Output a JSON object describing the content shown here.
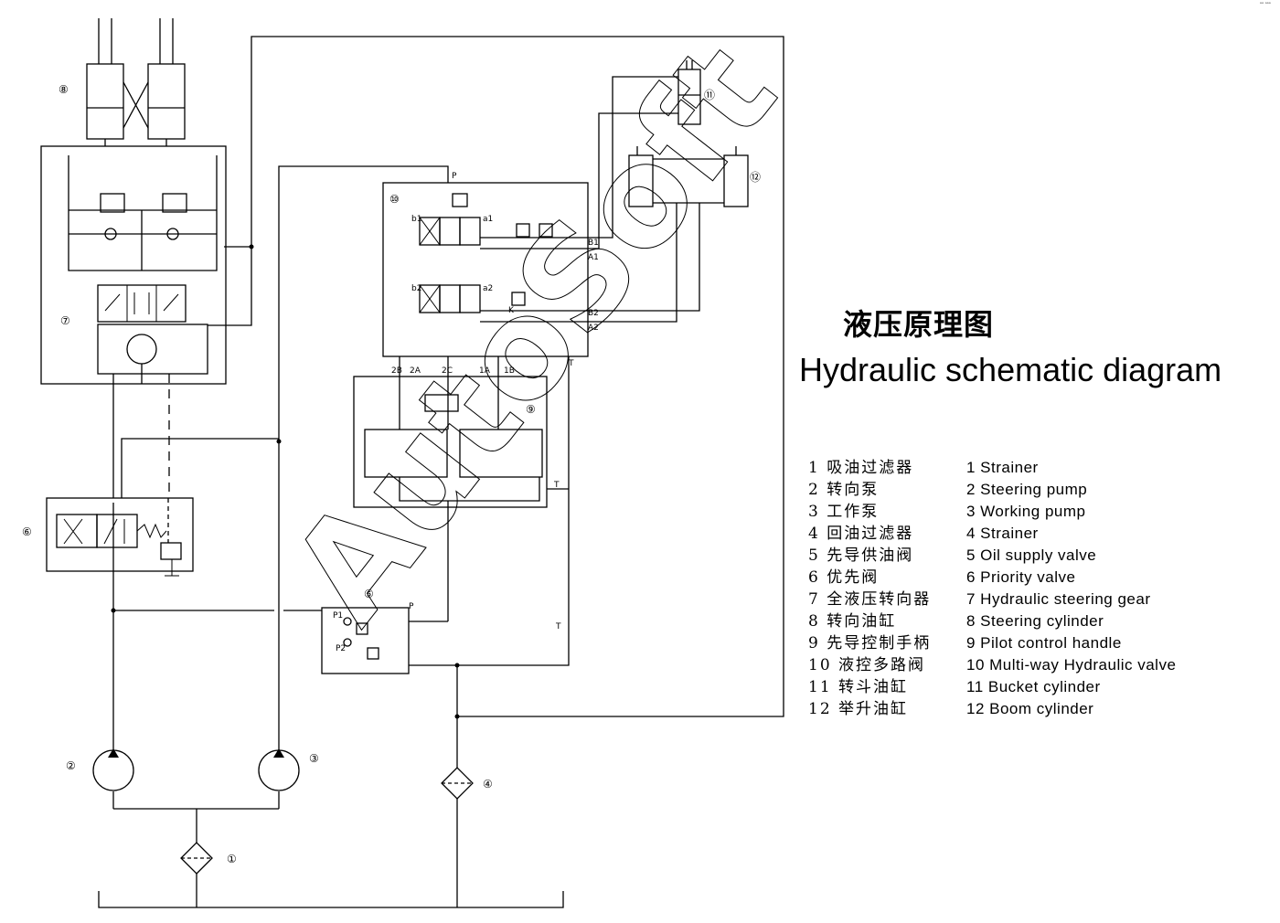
{
  "title_cn": "液压原理图",
  "title_en": "Hydraulic schematic diagram",
  "watermark": "AutoSoft",
  "corner_mark": "ᵒᵒ ᵒᵒᵒ",
  "legend_cn": [
    "1 吸油过滤器",
    "2 转向泵",
    "3 工作泵",
    "4 回油过滤器",
    "5 先导供油阀",
    "6 优先阀",
    "7 全液压转向器",
    "8 转向油缸",
    "9 先导控制手柄",
    "10 液控多路阀",
    "11 转斗油缸",
    "12 举升油缸"
  ],
  "legend_en": [
    "1  Strainer",
    "2  Steering pump",
    "3  Working pump",
    "4  Strainer",
    "5  Oil supply valve",
    "6  Priority valve",
    "7  Hydraulic steering gear",
    "8  Steering cylinder",
    "9  Pilot control handle",
    "10  Multi-way Hydraulic valve",
    "11  Bucket cylinder",
    "12  Boom cylinder"
  ],
  "component_numbers": [
    "①",
    "②",
    "③",
    "④",
    "⑤",
    "⑥",
    "⑦",
    "⑧",
    "⑨",
    "⑩",
    "⑪",
    "⑫"
  ],
  "ports": {
    "P_top": "P",
    "B1": "B1",
    "A1": "A1",
    "B2": "B2",
    "A2": "A2",
    "T_valve": "T",
    "b1": "b1",
    "a1": "a1",
    "b2": "b2",
    "a2": "a2",
    "K": "K",
    "p2B": "2B",
    "p2A": "2A",
    "p2C": "2C",
    "p1A": "1A",
    "p1B": "1B",
    "T_handle": "T",
    "P1": "P1",
    "P2": "P2",
    "P_supply": "P",
    "T_supply": "T"
  }
}
